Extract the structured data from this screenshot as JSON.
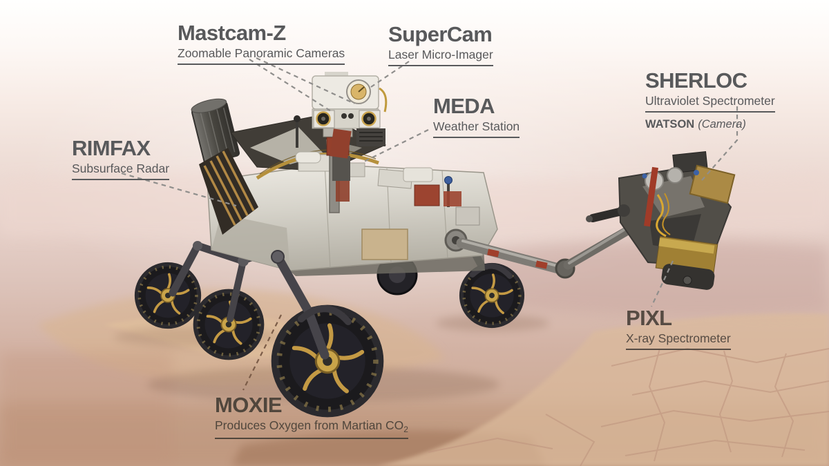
{
  "colors": {
    "label_text": "#58595b",
    "warm_label_text": "#564b43",
    "moxie_text": "#50463c",
    "leader_line": "#8f8e8c",
    "moxie_leader": "#7b5c48",
    "wheel_gold": "#c49a44",
    "body_light": "#e9e6df",
    "terrain_tan": "#d7b694"
  },
  "instruments": {
    "mastcam_z": {
      "name": "Mastcam-Z",
      "description": "Zoomable Panoramic Cameras"
    },
    "supercam": {
      "name": "SuperCam",
      "description": "Laser Micro-Imager"
    },
    "meda": {
      "name": "MEDA",
      "description": "Weather Station"
    },
    "sherloc": {
      "name": "SHERLOC",
      "description": "Ultraviolet Spectrometer",
      "extra_bold": "WATSON",
      "extra_italic": "(Camera)"
    },
    "rimfax": {
      "name": "RIMFAX",
      "description": "Subsurface Radar"
    },
    "pixl": {
      "name": "PIXL",
      "description": "X-ray Spectrometer"
    },
    "moxie": {
      "name": "MOXIE",
      "description": "Produces Oxygen from Martian CO",
      "description_sub": "2"
    }
  }
}
